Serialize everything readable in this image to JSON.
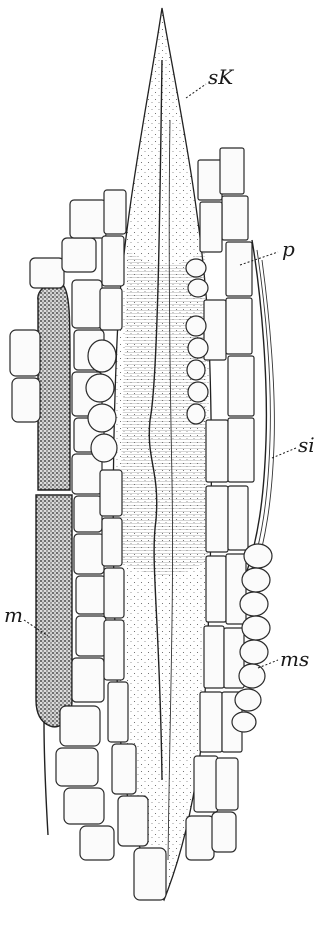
{
  "labels": {
    "sk": "sK",
    "p": "p",
    "si": "si",
    "m": "m",
    "ms": "ms"
  },
  "colors": {
    "ink": "#1a1a1a",
    "paper": "#ffffff",
    "stipple": "#555555"
  }
}
